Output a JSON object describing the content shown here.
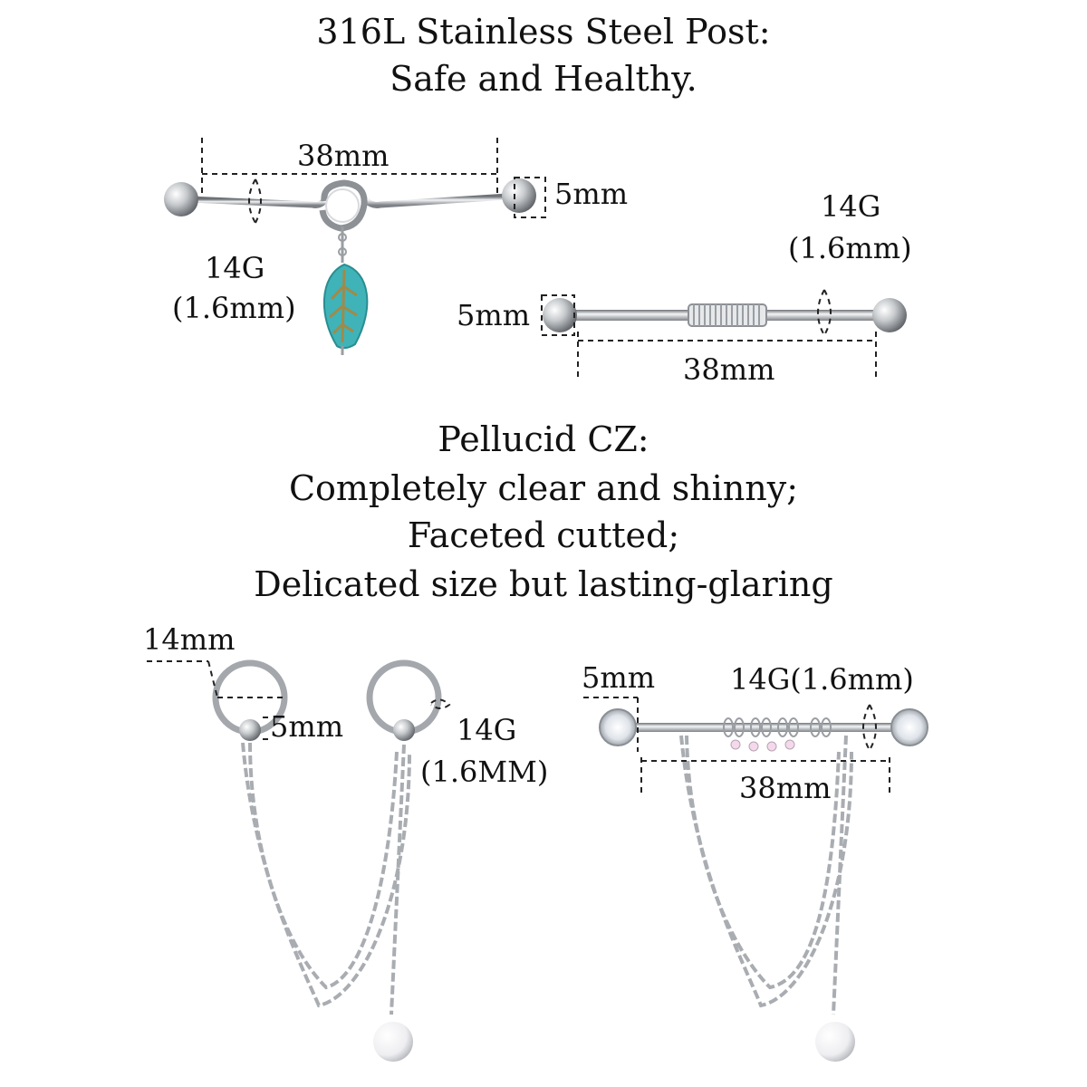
{
  "header": {
    "line1": "316L Stainless Steel Post:",
    "line2": "Safe and Healthy."
  },
  "middle": {
    "line1": "Pellucid CZ:",
    "line2": "Completely clear and shinny;",
    "line3": "Faceted cutted;",
    "line4": "Delicated size but lasting-glaring"
  },
  "leaf_barbell": {
    "length": "38mm",
    "ball": "5mm",
    "gauge": "14G",
    "gauge_mm": "(1.6mm)",
    "charm_color": "#3fb3b8"
  },
  "coil_barbell": {
    "length": "38mm",
    "ball": "5mm",
    "gauge": "14G",
    "gauge_mm": "(1.6mm)"
  },
  "chain_hoops": {
    "diameter": "14mm",
    "ball": "5mm",
    "gauge": "14G",
    "gauge_mm": "(1.6MM)"
  },
  "cz_chain_barbell": {
    "end": "5mm",
    "gauge": "14G(1.6mm)",
    "length": "38mm"
  },
  "colors": {
    "steel": "#9a9ea3",
    "steel_dark": "#6d7176",
    "pearl": "#f2f2f4",
    "dash": "#222222"
  }
}
